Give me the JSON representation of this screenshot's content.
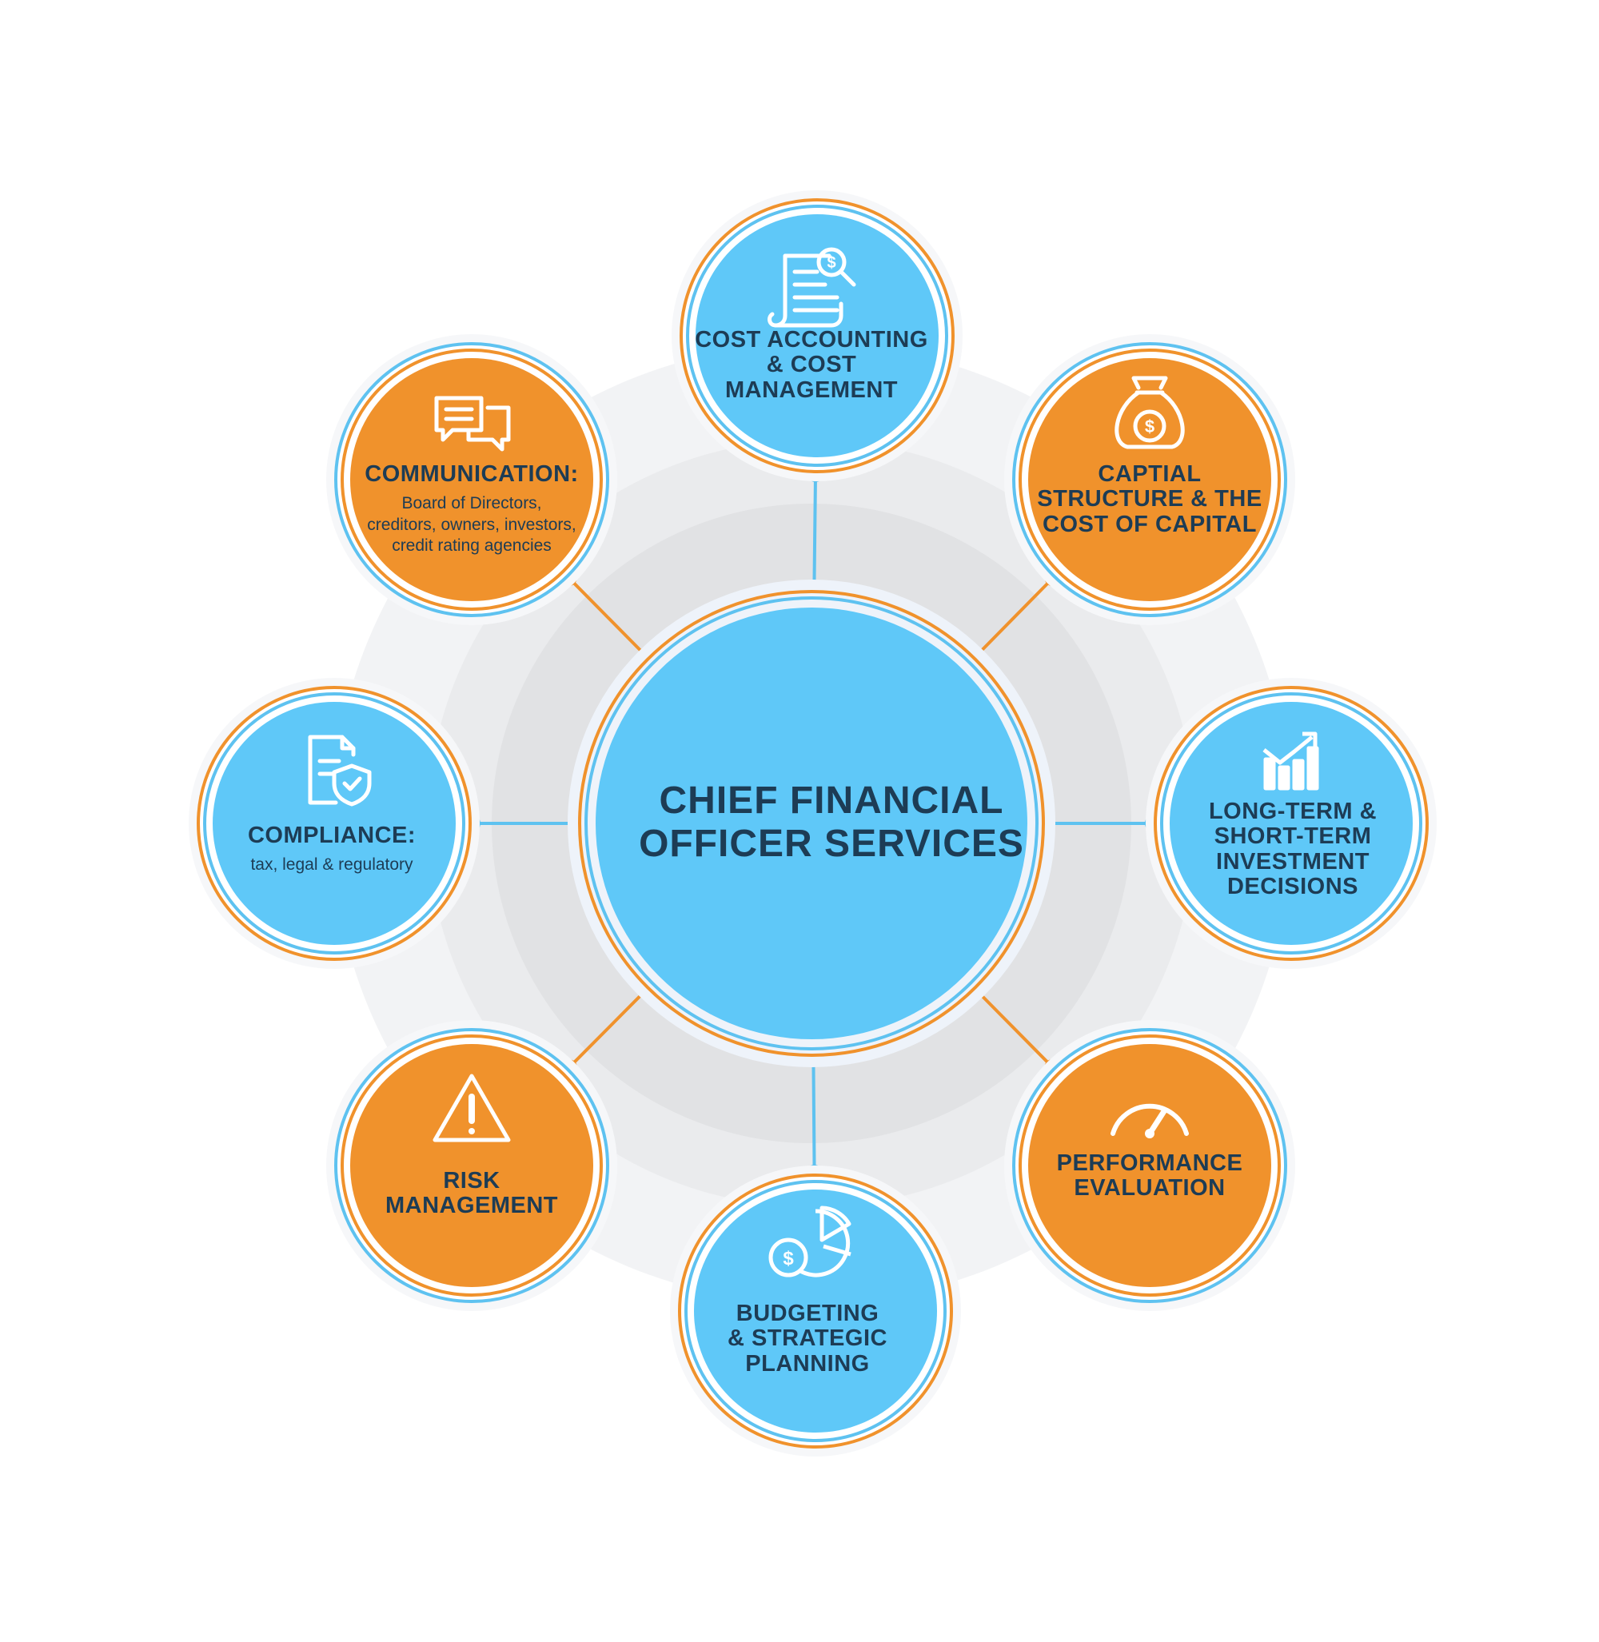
{
  "center": {
    "title_line1": "CHIEF FINANCIAL",
    "title_line2": "OFFICER SERVICES"
  },
  "colors": {
    "blue": "#5fc8f8",
    "orange": "#f0922c",
    "ring_blue": "#5ec2f0",
    "text": "#1d3c55",
    "halo": "#eef0f3"
  },
  "nodes": [
    {
      "id": "cost-accounting",
      "color": "blue",
      "icon": "receipt-search-icon",
      "title": [
        "COST ACCOUNTING",
        "& COST",
        "MANAGEMENT"
      ],
      "subtitle": []
    },
    {
      "id": "capital-structure",
      "color": "orange",
      "icon": "money-bag-icon",
      "title": [
        "CAPTIAL",
        "STRUCTURE & THE",
        "COST OF CAPITAL"
      ],
      "subtitle": []
    },
    {
      "id": "investment-decisions",
      "color": "blue",
      "icon": "growth-chart-icon",
      "title": [
        "LONG-TERM &",
        "SHORT-TERM",
        "INVESTMENT",
        "DECISIONS"
      ],
      "subtitle": []
    },
    {
      "id": "performance-evaluation",
      "color": "orange",
      "icon": "gauge-icon",
      "title": [
        "PERFORMANCE",
        "EVALUATION"
      ],
      "subtitle": []
    },
    {
      "id": "budgeting",
      "color": "blue",
      "icon": "pie-chart-dollar-icon",
      "title": [
        "BUDGETING",
        "& STRATEGIC",
        "PLANNING"
      ],
      "subtitle": []
    },
    {
      "id": "risk-management",
      "color": "orange",
      "icon": "warning-icon",
      "title": [
        "RISK",
        "MANAGEMENT"
      ],
      "subtitle": []
    },
    {
      "id": "compliance",
      "color": "blue",
      "icon": "document-shield-icon",
      "title": [
        "COMPLIANCE:"
      ],
      "subtitle": [
        "tax, legal & regulatory"
      ]
    },
    {
      "id": "communication",
      "color": "orange",
      "icon": "chat-bubbles-icon",
      "title": [
        "COMMUNICATION:"
      ],
      "subtitle": [
        "Board of Directors,",
        "creditors, owners, investors,",
        "credit rating agencies"
      ]
    }
  ]
}
